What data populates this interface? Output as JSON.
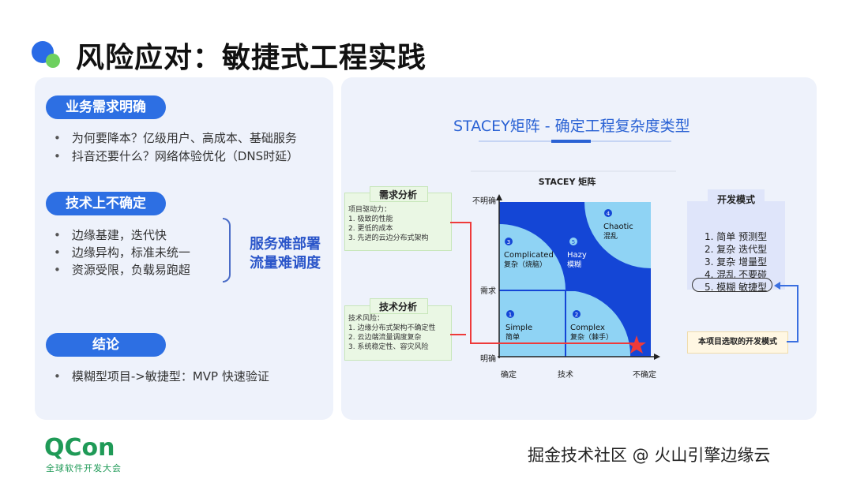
{
  "title": "风险应对：敏捷式工程实践",
  "left": {
    "section1": {
      "heading": "业务需求明确",
      "bullets": [
        "为何要降本？亿级用户、高成本、基础服务",
        "抖音还要什么？网络体验优化（DNS时延）"
      ]
    },
    "section2": {
      "heading": "技术上不确定",
      "bullets": [
        "边缘基建，迭代快",
        "边缘异构，标准未统一",
        "资源受限，负载易跑超"
      ],
      "emphasis": [
        "服务难部署",
        "流量难调度"
      ]
    },
    "section3": {
      "heading": "结论",
      "bullets": [
        "模糊型项目->敏捷型：MVP 快速验证"
      ]
    }
  },
  "right": {
    "heading": "STACEY矩阵 - 确定工程复杂度类型",
    "matrix_title": "STACEY 矩阵",
    "y_top": "不明确",
    "y_mid": "需求",
    "y_bottom": "明确",
    "x_left": "确定",
    "x_mid": "技术",
    "x_right": "不确定",
    "quadrants": [
      {
        "num": "1",
        "name": "Simple",
        "cn": "简单"
      },
      {
        "num": "2",
        "name": "Complex",
        "cn": "复杂（棘手）"
      },
      {
        "num": "3",
        "name": "Complicated",
        "cn": "复杂（烧脑）"
      },
      {
        "num": "4",
        "name": "Chaotic",
        "cn": "混乱"
      },
      {
        "num": "5",
        "name": "Hazy",
        "cn": "模糊"
      }
    ],
    "demand_box": {
      "title": "需求分析",
      "lines": [
        "项目驱动力：",
        "1. 极致的性能",
        "2. 更低的成本",
        "3. 先进的云边分布式架构"
      ]
    },
    "tech_box": {
      "title": "技术分析",
      "lines": [
        "技术风险：",
        "1. 边缘分布式架构不确定性",
        "2. 云边端流量调度复杂",
        "3. 系统稳定性、容灾风险"
      ]
    },
    "mode_box": {
      "title": "开发模式",
      "items": [
        "1. 简单 预测型",
        "2. 复杂 迭代型",
        "3. 复杂 增量型",
        "4. 混乱 不要碰",
        "5. 模糊 敏捷型"
      ]
    },
    "choose_label": "本项目选取的开发模式",
    "colors": {
      "dark_blue": "#1446d6",
      "light_blue": "#8fd3f4",
      "arrow_red": "#ee3a3a",
      "arrow_blue": "#3a6fe0"
    }
  },
  "footer": {
    "logo": "QCon",
    "logo_sub": "全球软件开发大会",
    "watermark": "掘金技术社区 @ 火山引擎边缘云"
  }
}
